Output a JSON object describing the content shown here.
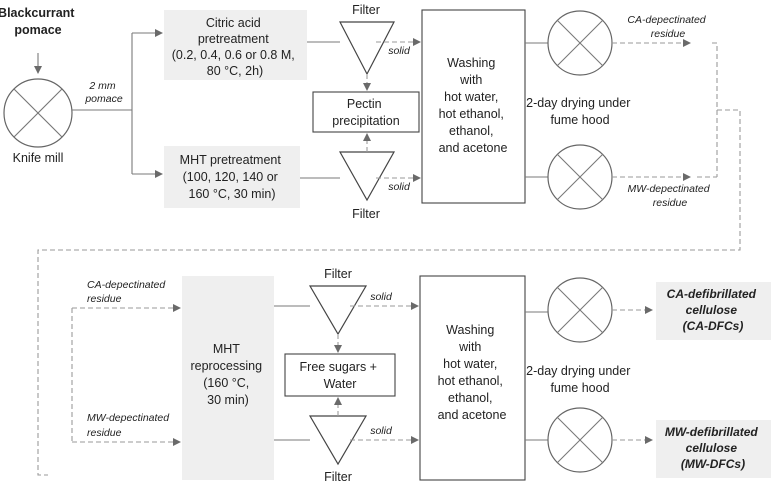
{
  "top": {
    "raw_material": [
      "Blackcurrant",
      "pomace"
    ],
    "knife_mill_label": "Knife mill",
    "pomace_size_label": [
      "2 mm",
      "pomace"
    ],
    "ca_pretreatment": [
      "Citric acid",
      "pretreatment",
      "(0.2, 0.4, 0.6 or 0.8 M,",
      "80 °C, 2h)"
    ],
    "mht_pretreatment": [
      "MHT pretreatment",
      "(100, 120, 140 or",
      "160 °C, 30 min)"
    ],
    "filter_top_label": "Filter",
    "filter_bottom_label": "Filter",
    "solid_label_top": "solid",
    "solid_label_bottom": "solid",
    "pectin_box": [
      "Pectin",
      "precipitation"
    ],
    "washing_box": [
      "Washing",
      "with",
      "hot water,",
      "hot ethanol,",
      "ethanol,",
      "and acetone"
    ],
    "drying_label": [
      "2-day drying under",
      "fume hood"
    ],
    "ca_residue": [
      "CA-depectinated",
      "residue"
    ],
    "mw_residue": [
      "MW-depectinated",
      "residue"
    ]
  },
  "bottom": {
    "ca_residue_in": [
      "CA-depectinated",
      "residue"
    ],
    "mw_residue_in": [
      "MW-depectinated",
      "residue"
    ],
    "mht_reprocessing": [
      "MHT",
      "reprocessing",
      "(160 °C,",
      "30 min)"
    ],
    "filter_top_label": "Filter",
    "filter_bottom_label": "Filter",
    "solid_label_top": "solid",
    "solid_label_bottom": "solid",
    "sugars_box": [
      "Free sugars +",
      "Water"
    ],
    "washing_box": [
      "Washing",
      "with",
      "hot water,",
      "hot ethanol,",
      "ethanol,",
      "and acetone"
    ],
    "drying_label": [
      "2-day drying under",
      "fume hood"
    ],
    "ca_dfc": [
      "CA-defibrillated",
      "cellulose",
      "(CA-DFCs)"
    ],
    "mw_dfc": [
      "MW-defibrillated",
      "cellulose",
      "(MW-DFCs)"
    ]
  },
  "colors": {
    "box_fill_gray": "#efefef",
    "line": "#7a7a7a",
    "dashed": "#9a9a9a"
  }
}
